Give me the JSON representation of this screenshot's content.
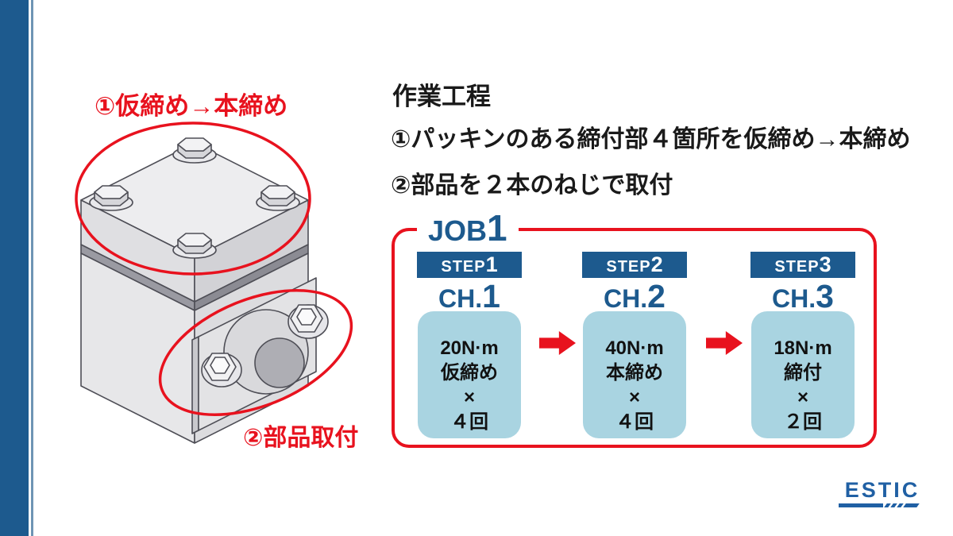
{
  "annotations": {
    "tightening_label": "①仮締め→本締め",
    "parts_label": "②部品取付"
  },
  "process": {
    "title": "作業工程",
    "line1": "①パッキンのある締付部４箇所を仮締め→本締め",
    "line2": "②部品を２本のねじで取付"
  },
  "job": {
    "label_text": "JOB",
    "label_num": "1",
    "steps": [
      {
        "step_text": "STEP",
        "step_num": "1",
        "ch_text": "CH.",
        "ch_num": "1",
        "torque": "20N·m",
        "action": "仮締め",
        "multiply": "×",
        "count": "４回"
      },
      {
        "step_text": "STEP",
        "step_num": "2",
        "ch_text": "CH.",
        "ch_num": "2",
        "torque": "40N·m",
        "action": "本締め",
        "multiply": "×",
        "count": "４回"
      },
      {
        "step_text": "STEP",
        "step_num": "3",
        "ch_text": "CH.",
        "ch_num": "3",
        "torque": "18N·m",
        "action": "締付",
        "multiply": "×",
        "count": "２回"
      }
    ]
  },
  "logo": {
    "text": "ESTIC"
  },
  "colors": {
    "dark_blue": "#1d5a8e",
    "light_blue": "#a9d4e1",
    "red": "#e8121e",
    "logo_blue": "#2060a4"
  }
}
